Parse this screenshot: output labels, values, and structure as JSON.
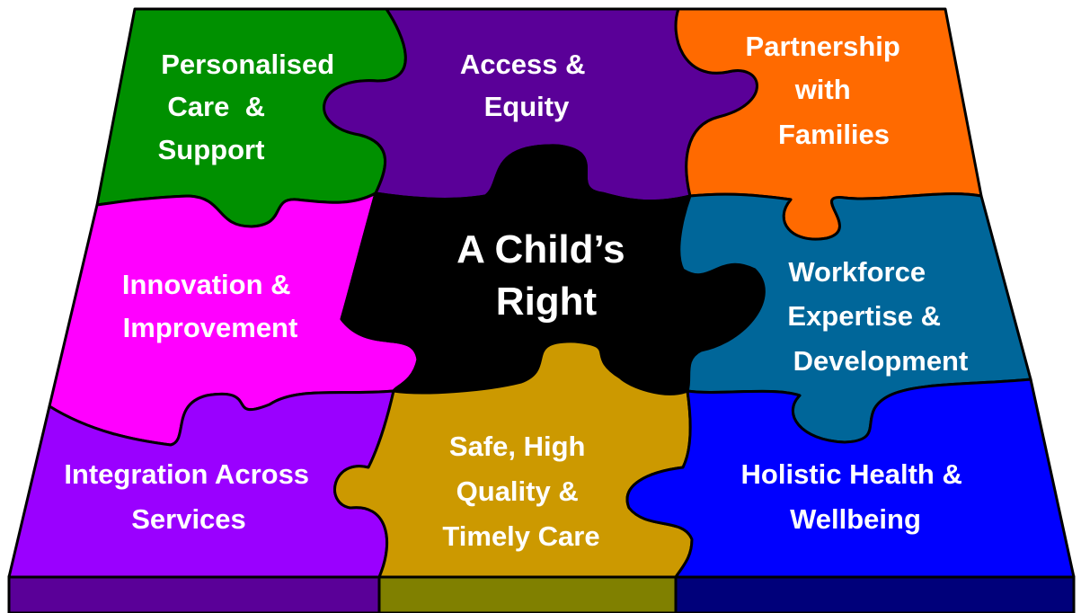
{
  "center": {
    "lines": [
      "A Child’s",
      "Right"
    ],
    "color": "#000000"
  },
  "pieces": {
    "personalised": {
      "lines": [
        "Personalised",
        "Care  &",
        "Support"
      ],
      "color": "#009000"
    },
    "access": {
      "lines": [
        "Access &",
        "Equity"
      ],
      "color": "#5a0098"
    },
    "partnership": {
      "lines": [
        "Partnership",
        "with",
        "Families"
      ],
      "color": "#ff6a00"
    },
    "innovation": {
      "lines": [
        "Innovation &",
        "Improvement"
      ],
      "color": "#ff00ff"
    },
    "workforce": {
      "lines": [
        "Workforce",
        "Expertise &",
        "Development"
      ],
      "color": "#006699"
    },
    "integration": {
      "lines": [
        "Integration Across",
        "Services"
      ],
      "color": "#9a00ff"
    },
    "safe": {
      "lines": [
        "Safe, High",
        "Quality &",
        "Timely Care"
      ],
      "color": "#cc9900"
    },
    "holistic": {
      "lines": [
        "Holistic Health &",
        "Wellbeing"
      ],
      "color": "#0000ff"
    }
  },
  "base_colors": {
    "left": "#5a0098",
    "middle": "#808000",
    "right": "#00007a"
  }
}
